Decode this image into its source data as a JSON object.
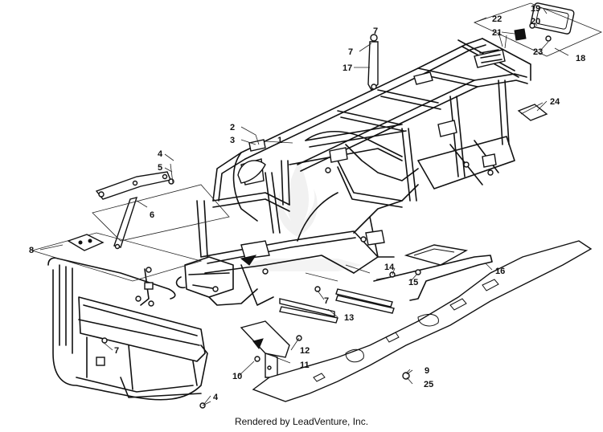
{
  "diagram": {
    "callouts": [
      "1",
      "2",
      "3",
      "4",
      "5",
      "6",
      "7",
      "8",
      "9",
      "10",
      "11",
      "12",
      "13",
      "14",
      "15",
      "16",
      "17",
      "18",
      "19",
      "20",
      "21",
      "22",
      "23",
      "24",
      "25"
    ],
    "extra_callouts": {
      "four_b": "4",
      "seven_b": "7",
      "seven_c": "7",
      "seven_d": "7"
    }
  },
  "footer": {
    "credit": "Rendered by LeadVenture, Inc."
  },
  "colors": {
    "line": "#111111",
    "background": "#ffffff",
    "watermark": "#d8d8d8"
  }
}
